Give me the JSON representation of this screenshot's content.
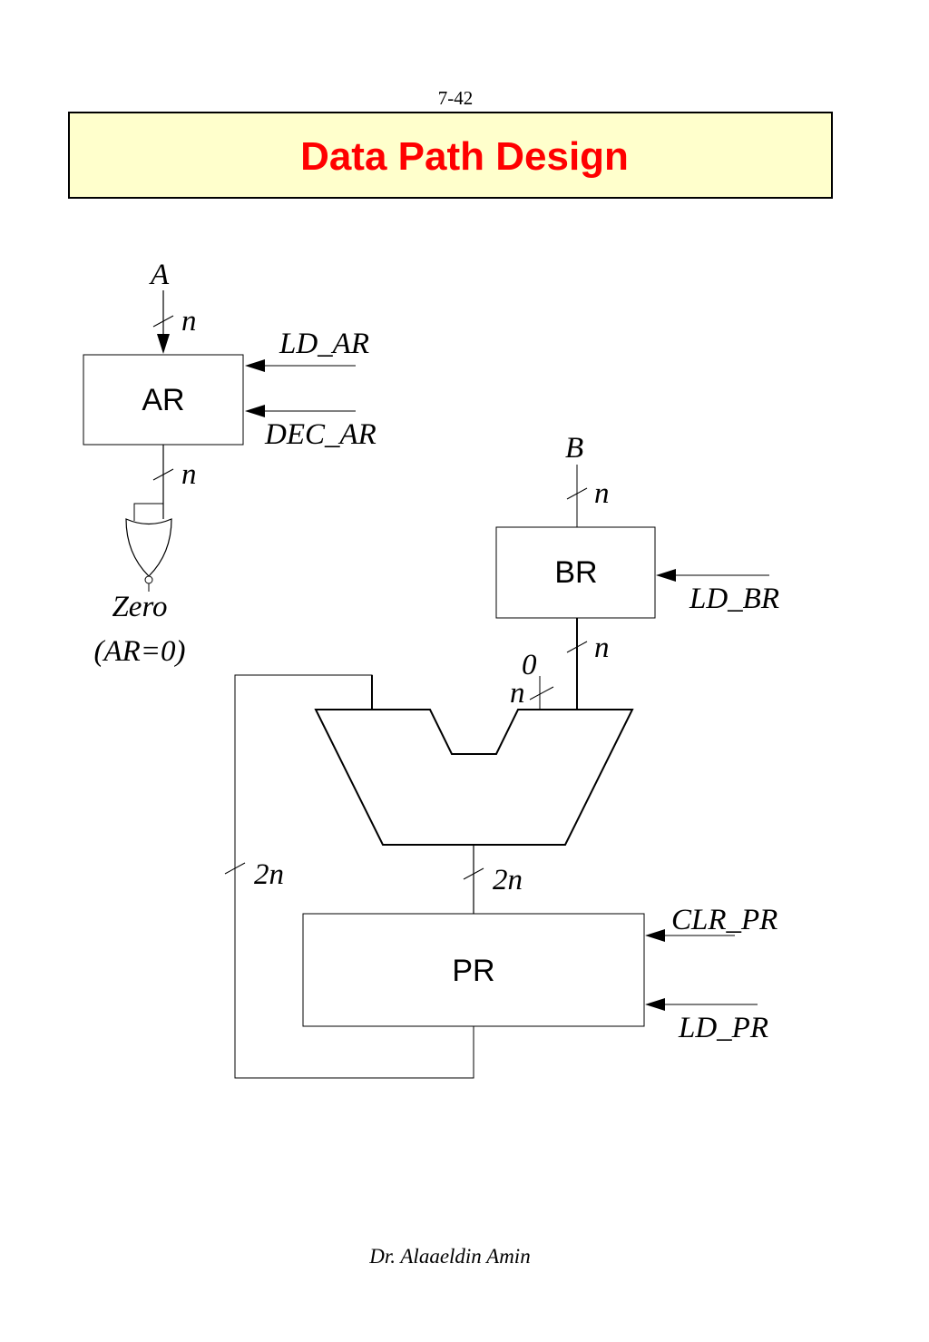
{
  "page_number": "7-42",
  "title": "Data Path  Design",
  "footer": "Dr. Alaaeldin Amin",
  "colors": {
    "title_text": "#ff0000",
    "title_bg": "#ffffcc"
  },
  "diagram": {
    "registers": {
      "ar": "AR",
      "br": "BR",
      "pr": "PR"
    },
    "inputs": {
      "a": "A",
      "b": "B"
    },
    "controls": {
      "ld_ar": "LD_AR",
      "dec_ar": "DEC_AR",
      "ld_br": "LD_BR",
      "clr_pr": "CLR_PR",
      "ld_pr": "LD_PR"
    },
    "widths": {
      "a_in": "n",
      "ar_out": "n",
      "b_in": "n",
      "br_out": "n",
      "zero_in": "n",
      "adder_out": "2n",
      "feedback": "2n"
    },
    "zero_const": "0",
    "zero_line1": "Zero",
    "zero_line2": "(AR=0)"
  }
}
